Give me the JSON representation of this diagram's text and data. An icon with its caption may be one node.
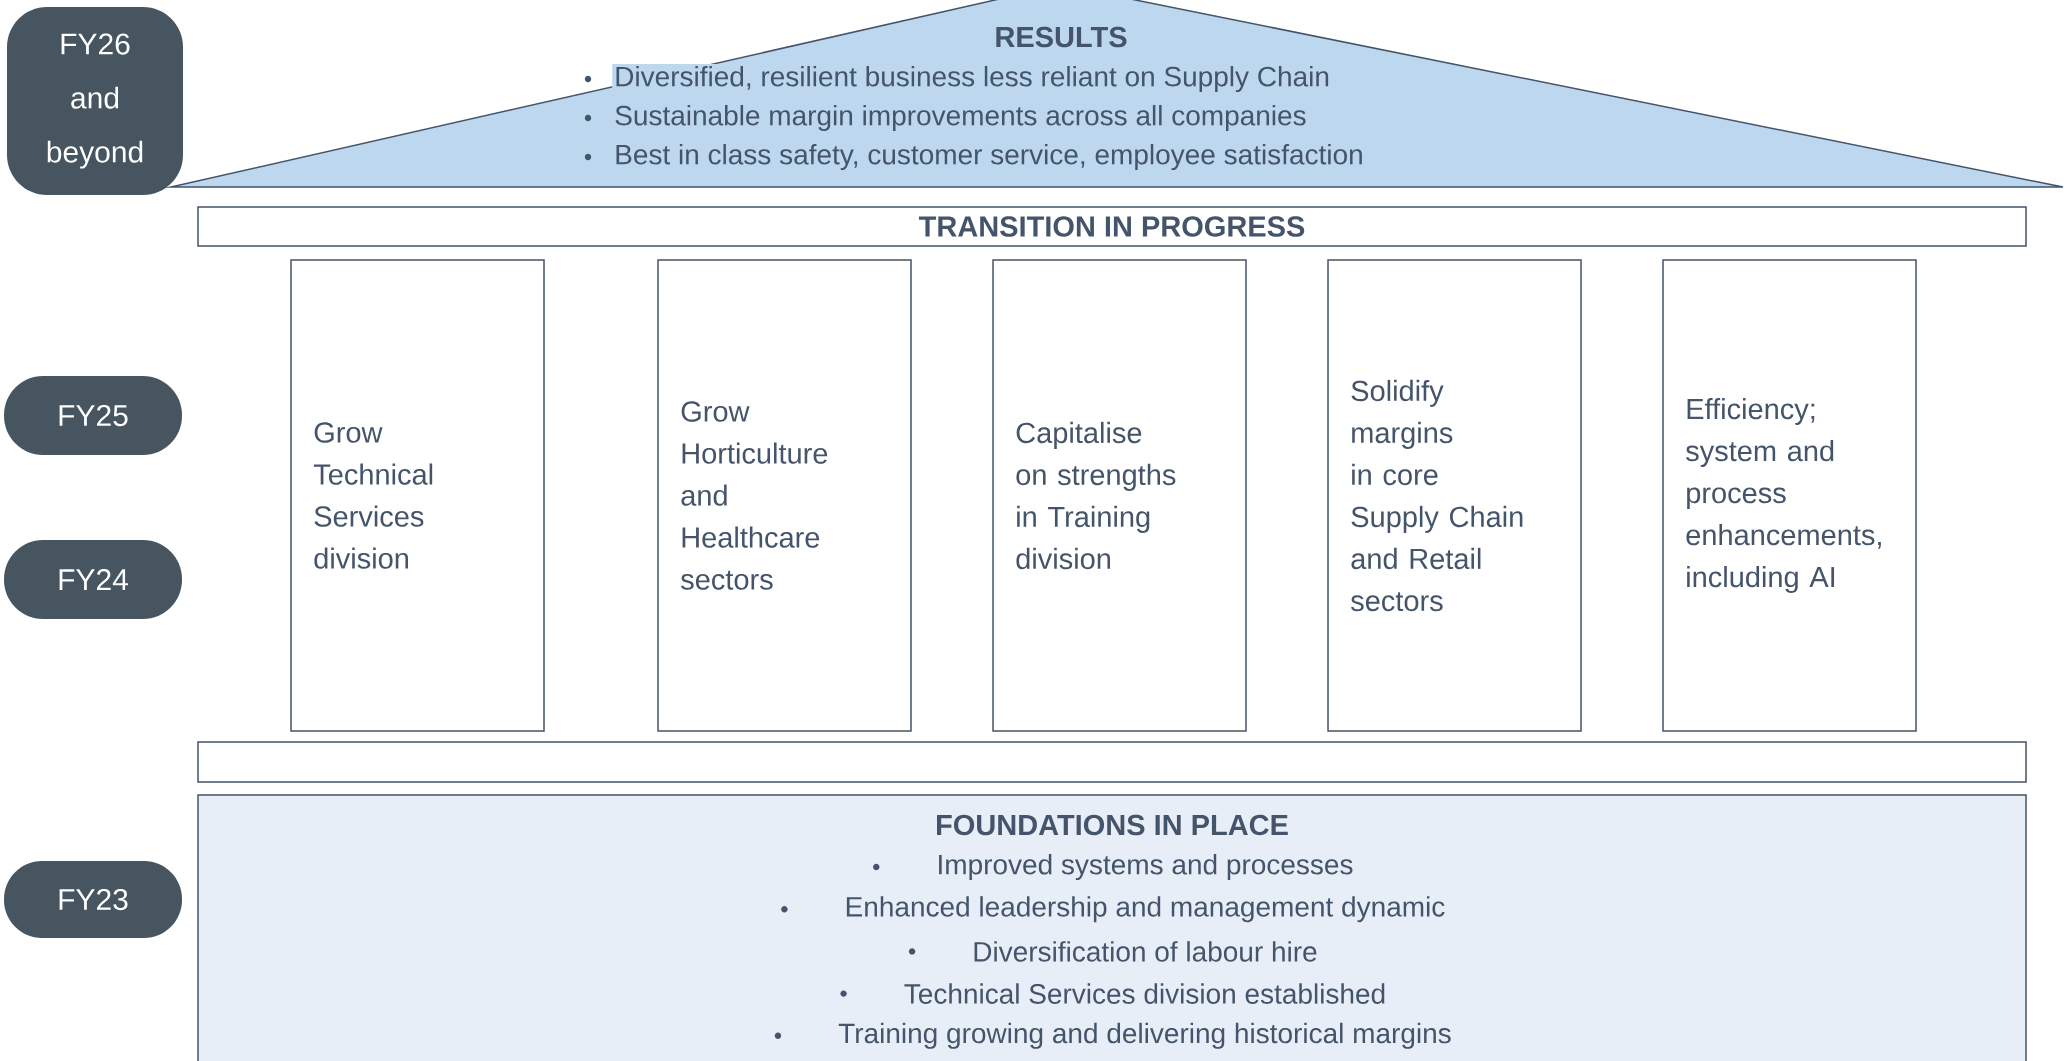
{
  "diagram": {
    "nodes": [
      {
        "text": [
          "FY26 and beyond"
        ]
      },
      {
        "text": [
          "RESULTS",
          "Diversified, resilient business less reliant on Supply Chain",
          "Sustainable margin improvements across all companies",
          "Best in class safety, customer service, employee satisfaction"
        ]
      },
      {
        "text": [
          "TRANSITION IN PROGRESS"
        ]
      },
      {
        "text": [
          "FY25"
        ]
      },
      {
        "text": [
          "Grow Technical Services division"
        ]
      },
      {
        "text": [
          "Grow Horticulture and Healthcare sectors"
        ]
      },
      {
        "text": [
          "Capitalise on strengths in Training division"
        ]
      },
      {
        "text": [
          "Solidify margins in core Supply Chain and Retail sectors"
        ]
      },
      {
        "text": [
          "Efficiency; system and process enhancements, including AI"
        ]
      },
      {
        "text": [
          "FY24"
        ]
      },
      {
        "text": [],
        "shape": "box"
      },
      {
        "text": [
          "FY23"
        ]
      },
      {
        "text": [
          "FOUNDATIONS IN PLACE",
          "Improved systems and processes",
          "Enhanced leadership and management dynamic",
          "Diversification of labour hire",
          "Technical Services division established",
          "Training growing and delivering historical margins"
        ]
      }
    ]
  }
}
